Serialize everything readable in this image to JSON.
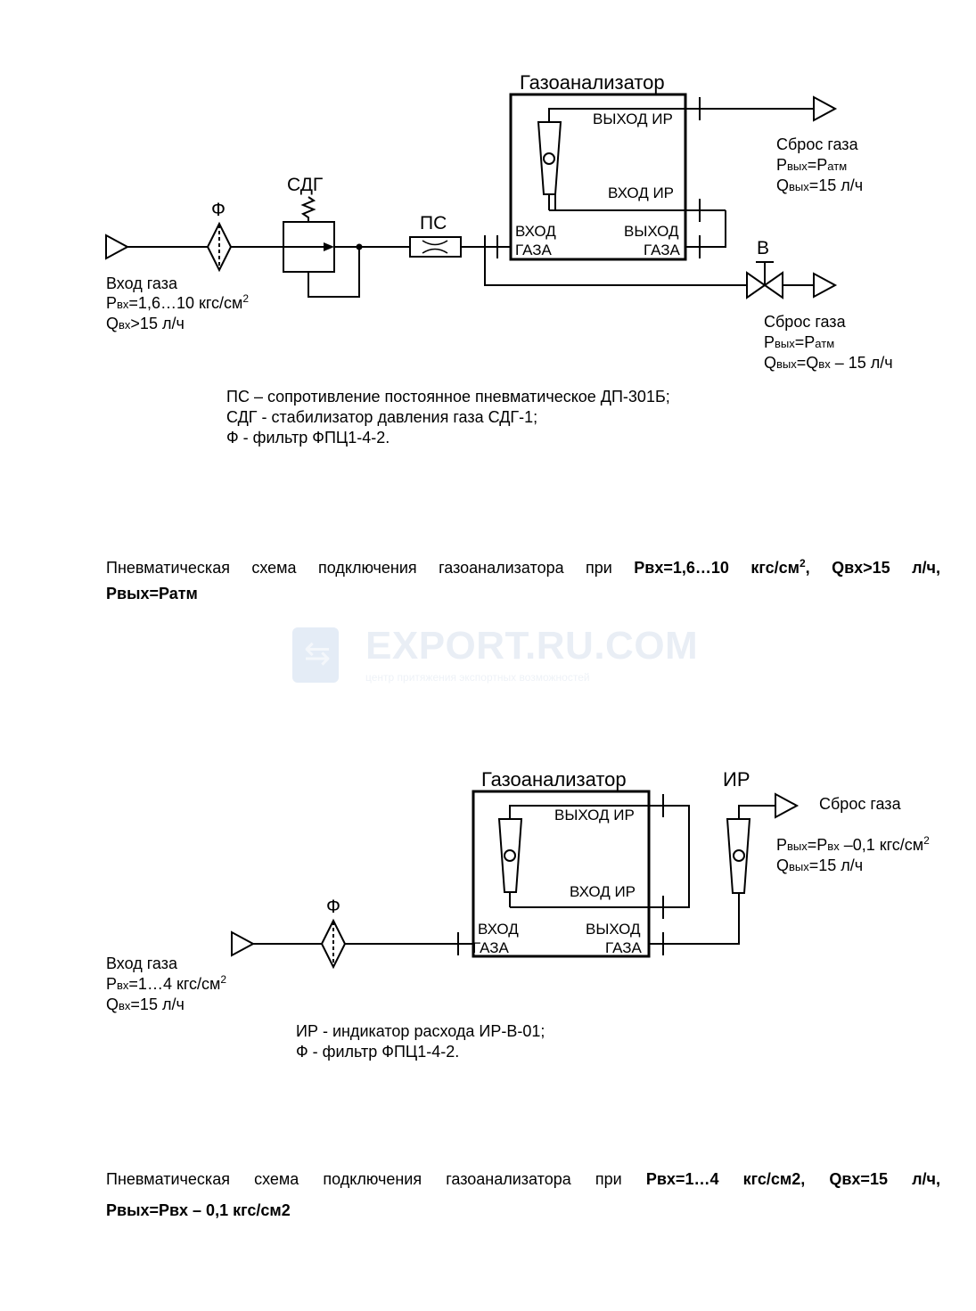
{
  "diagram1": {
    "analyzer_title": "Газоанализатор",
    "port_out_ir": "ВЫХОД  ИР",
    "port_in_ir": "ВХОД  ИР",
    "port_gas_in": [
      "ВХОД",
      "ГАЗА"
    ],
    "port_gas_out": [
      "ВЫХОД",
      "ГАЗА"
    ],
    "label_f": "Ф",
    "label_sdg": "СДГ",
    "label_ps": "ПС",
    "label_v": "В",
    "inlet": {
      "title": "Вход газа",
      "p_sym": "Р",
      "p_sub": "вх",
      "p_val": "=1,6…10 кгс/см",
      "p_sup": "2",
      "q_sym": "Q",
      "q_sub": "вх",
      "q_val": ">15 л/ч"
    },
    "vent_top": {
      "title": "Сброс газа",
      "p_sym": "Р",
      "p_sub": "вых",
      "p_eq": "=Р",
      "p_sub2": "атм",
      "q_sym": "Q",
      "q_sub": "вых",
      "q_val": "=15 л/ч"
    },
    "vent_bottom": {
      "title": "Сброс газа",
      "p_sym": "Р",
      "p_sub": "вых",
      "p_eq": "=Р",
      "p_sub2": "атм",
      "q_sym": "Q",
      "q_sub": "вых",
      "q_eq": "=Q",
      "q_sub2": "вх",
      "q_rest": " – 15 л/ч"
    },
    "legend": [
      "ПС – сопротивление постоянное пневматическое ДП-301Б;",
      "СДГ - стабилизатор давления газа СДГ-1;",
      "Ф - фильтр ФПЦ1-4-2."
    ],
    "caption": {
      "prefix": "Пневматическая  схема  подключения  газоанализатора  при ",
      "b1": "Рвх=1,6…10 кгс/см",
      "b1_sup": "2",
      "b2": "Qвх>15 л/ч,",
      "line2": "Рвых=Ратм"
    }
  },
  "watermark": {
    "title": "EXPORT.RU.COM",
    "subtitle": "центр притяжения экспортных возможностей"
  },
  "diagram2": {
    "analyzer_title": "Газоанализатор",
    "label_ir": "ИР",
    "port_out_ir": "ВЫХОД  ИР",
    "port_in_ir": "ВХОД  ИР",
    "port_gas_in": [
      "ВХОД",
      "ГАЗА"
    ],
    "port_gas_out": [
      "ВЫХОД",
      "ГАЗА"
    ],
    "label_f": "Ф",
    "vent": {
      "title": "Сброс газа",
      "p_sym": "Р",
      "p_sub": "вых",
      "p_eq": "=Р",
      "p_sub2": "вх",
      "p_rest": " –0,1 кгс/см",
      "p_sup": "2",
      "q_sym": "Q",
      "q_sub": "вых",
      "q_val": "=15 л/ч"
    },
    "inlet": {
      "title": "Вход газа",
      "p_sym": "Р",
      "p_sub": "вх",
      "p_val": "=1…4 кгс/см",
      "p_sup": "2",
      "q_sym": "Q",
      "q_sub": "вх",
      "q_val": "=15 л/ч"
    },
    "legend": [
      "ИР - индикатор расхода ИР-В-01;",
      "Ф - фильтр ФПЦ1-4-2."
    ],
    "caption": {
      "prefix": "Пневматическая  схема  подключения  газоанализатора  при ",
      "b1": "Рвх=1…4  кгс/см2,",
      "b2": "Qвх=15 л/ч,",
      "line2": "Рвых=Рвх – 0,1 кгс/см2"
    }
  }
}
